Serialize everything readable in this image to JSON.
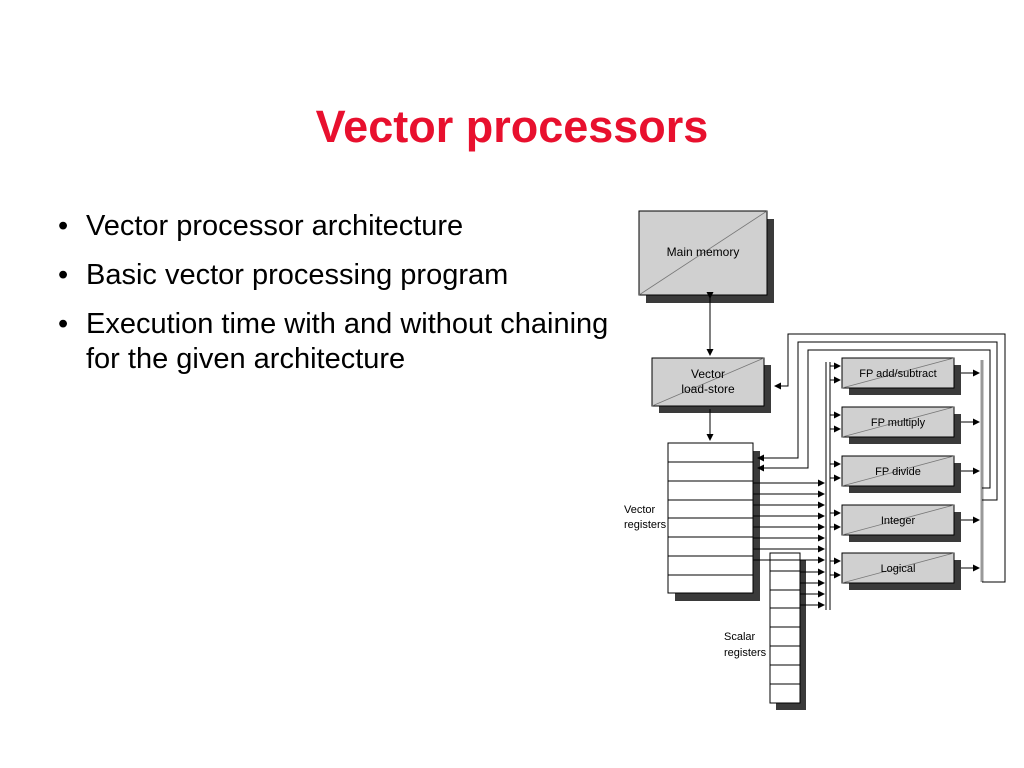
{
  "slide": {
    "title": "Vector processors",
    "bullets": [
      {
        "marker": "•",
        "text": "Vector processor architecture"
      },
      {
        "marker": "•",
        "text": "Basic vector processing program"
      },
      {
        "marker": "•",
        "text": "Execution time with and without chaining for the given architecture"
      }
    ],
    "title_color": "#e8102e"
  },
  "diagram": {
    "main_memory": "Main memory",
    "load_store": [
      "Vector",
      "load-store"
    ],
    "vector_registers": [
      "Vector",
      "registers"
    ],
    "scalar_registers": [
      "Scalar",
      "registers"
    ],
    "units": [
      "FP add/subtract",
      "FP multiply",
      "FP divide",
      "Integer",
      "Logical"
    ],
    "box_fill": "#d0d0d0",
    "shadow_fill": "#3a3a3a"
  }
}
